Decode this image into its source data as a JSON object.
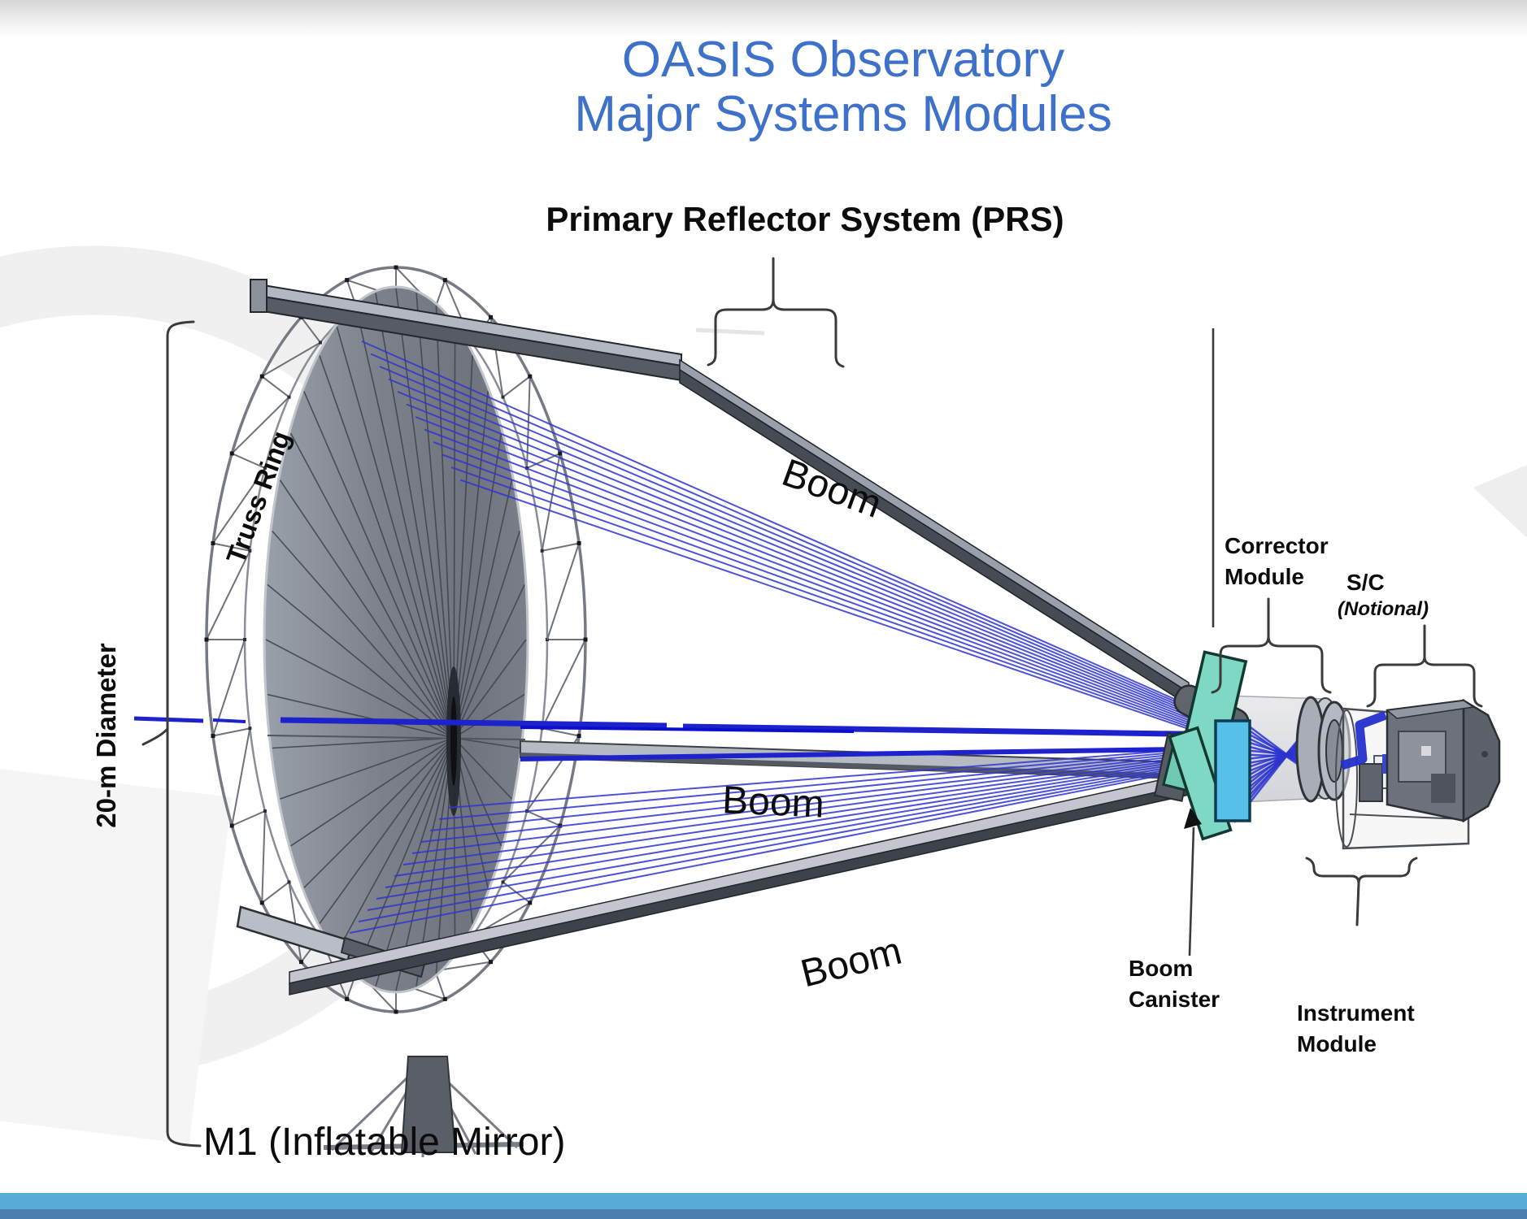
{
  "title": {
    "line1": "OASIS Observatory",
    "line2": "Major Systems Modules"
  },
  "labels": {
    "prs": "Primary Reflector System (PRS)",
    "truss_ring": "Truss Ring",
    "diameter": "20-m Diameter",
    "boom_top": "Boom",
    "boom_middle": "Boom",
    "boom_bottom": "Boom",
    "m1": "M1 (Inflatable Mirror)",
    "corrector": {
      "line1": "Corrector",
      "line2": "Module"
    },
    "spacecraft": {
      "name": "S/C",
      "qualifier": "(Notional)"
    },
    "boom_canister": {
      "line1": "Boom",
      "line2": "Canister"
    },
    "instrument_module": {
      "line1": "Instrument",
      "line2": "Module"
    }
  },
  "colors": {
    "title_blue": "#3e71c9",
    "label_black": "#0c0c0c",
    "ray_blue": "#3036cf",
    "ray_thick_blue": "#1d22cc",
    "teal_mirror": "#7fd8c3",
    "cyan_panel": "#57c0e8",
    "structure_gray": "#7d828c",
    "footer_light_blue": "#57add8",
    "footer_steel_blue": "#4c7fb0",
    "brace_gray": "#3a3a3a"
  }
}
